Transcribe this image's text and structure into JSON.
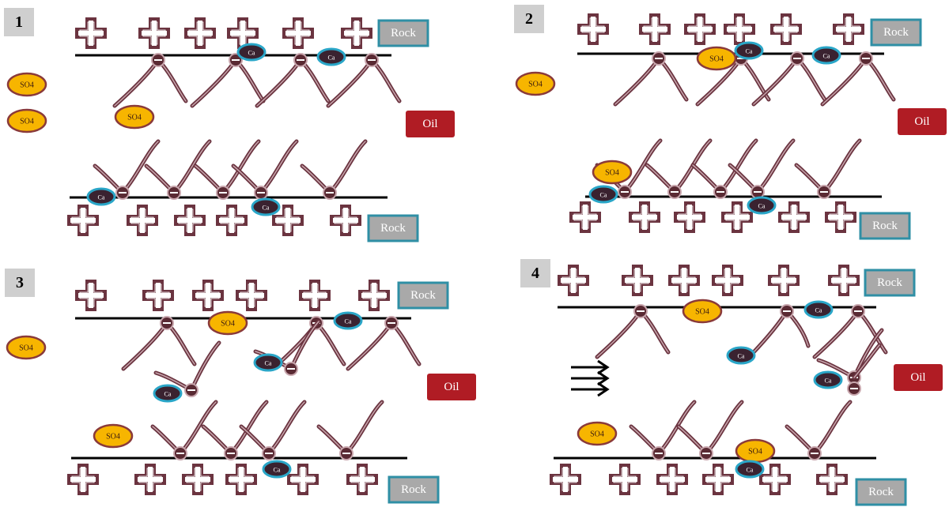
{
  "colors": {
    "background": "#ffffff",
    "surface_line": "#000000",
    "plus_outline": "#6b3440",
    "plus_fill": "#ffffff",
    "molecule": "#6b3440",
    "molecule_light": "#c8a6ad",
    "head_fill": "#5a2a33",
    "so4_fill": "#f7b500",
    "so4_stroke": "#8a3a3a",
    "ca_fill": "#3a2230",
    "ca_stroke": "#2aa6c8",
    "rock_fill": "#a9a9a9",
    "rock_stroke": "#2f8fa5",
    "oil_fill": "#b01c24",
    "label_box": "#cfcfcf",
    "arrow": "#000000"
  },
  "labels": {
    "so4": "SO4",
    "ca": "Ca",
    "rock": "Rock",
    "oil": "Oil",
    "minus": "−"
  },
  "panels": [
    {
      "number": "1"
    },
    {
      "number": "2"
    },
    {
      "number": "3"
    },
    {
      "number": "4"
    }
  ]
}
